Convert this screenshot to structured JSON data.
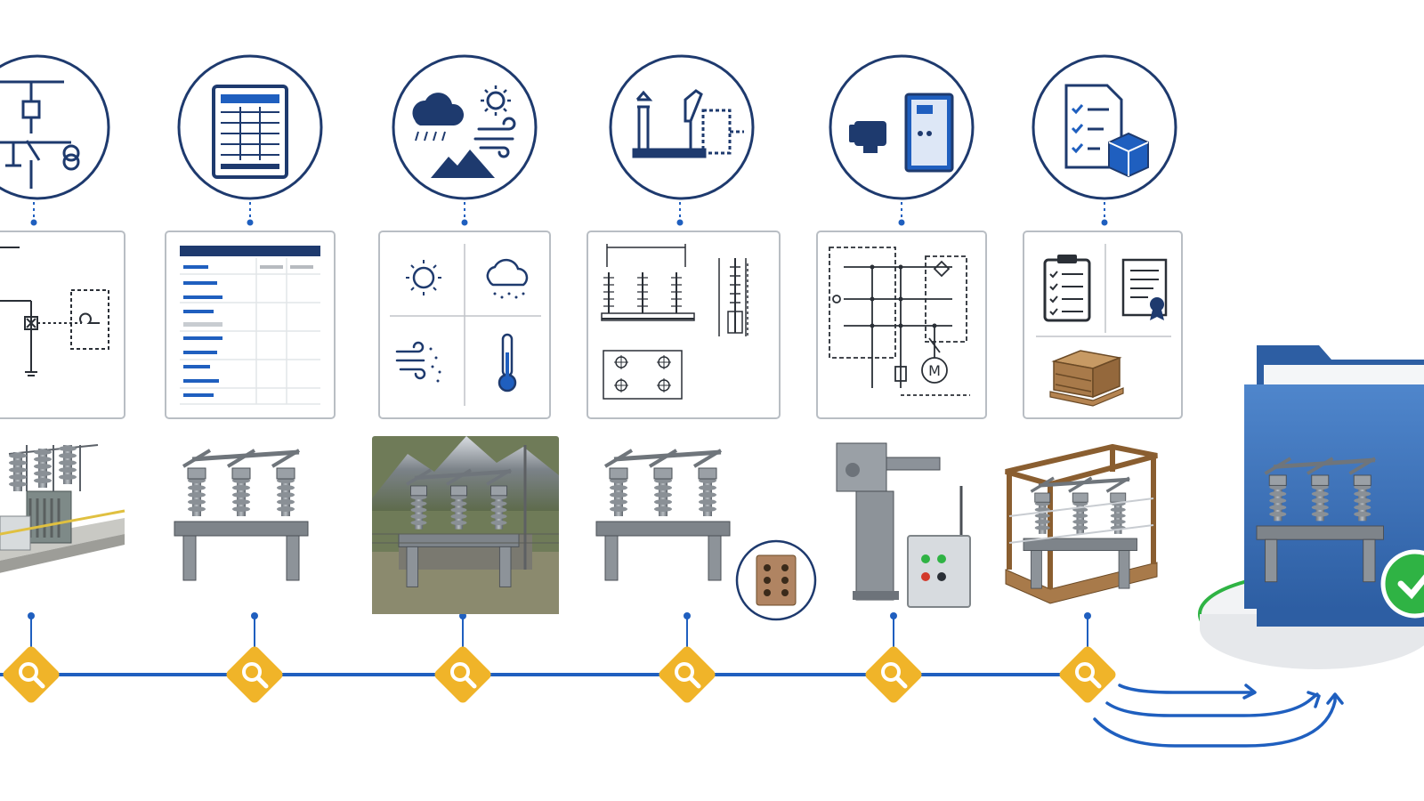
{
  "diagram": {
    "type": "process-flow",
    "stages": [
      {
        "id": "single-line-diagram",
        "icon": "single-line-diagram-icon",
        "doc": "schematic-doc",
        "equipment": "substation-model"
      },
      {
        "id": "datasheet",
        "icon": "datasheet-icon",
        "doc": "table-doc",
        "equipment": "disconnect-switch-model"
      },
      {
        "id": "site-conditions",
        "icon": "weather-conditions-icon",
        "doc": "weather-grid-doc",
        "equipment": "switch-in-mountain-site-photo"
      },
      {
        "id": "dimension-drawing",
        "icon": "disconnector-outline-icon",
        "doc": "dimension-drawing-doc",
        "equipment": "switch-with-terminal-pad"
      },
      {
        "id": "motor-operator",
        "icon": "motor-cabinet-icon",
        "doc": "control-circuit-doc",
        "equipment": "motor-operator-cabinet"
      },
      {
        "id": "test-and-packing",
        "icon": "checklist-package-icon",
        "doc": "certificate-doc",
        "equipment": "crated-switch"
      }
    ],
    "final": {
      "icon": "approved-folder-icon",
      "status": "approved-check-icon"
    },
    "step_marker_icon": "magnifier-icon",
    "colors": {
      "navy": "#1e3a6e",
      "blue": "#1f5fbf",
      "gold": "#f0b429",
      "green": "#2fb344",
      "folder": "#3a6fb5",
      "steel": "#8c9299",
      "wood": "#a87a4a"
    },
    "motor_label": "M"
  }
}
